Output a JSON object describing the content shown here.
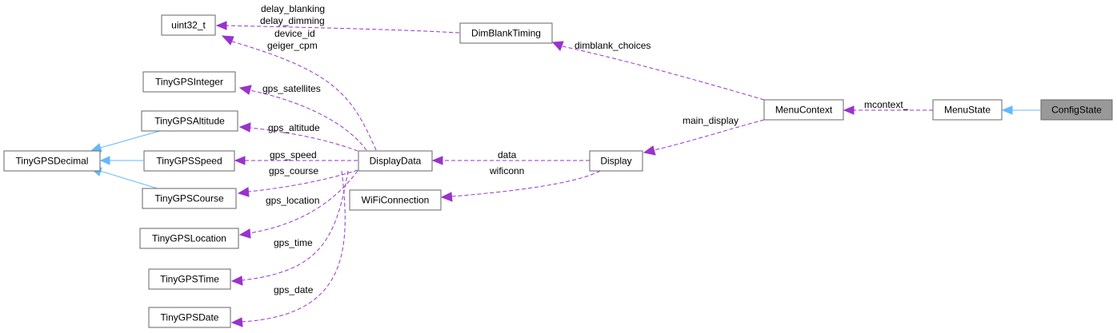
{
  "nodes": {
    "uint32_t": "uint32_t",
    "DimBlankTiming": "DimBlankTiming",
    "TinyGPSInteger": "TinyGPSInteger",
    "TinyGPSAltitude": "TinyGPSAltitude",
    "TinyGPSDecimal": "TinyGPSDecimal",
    "TinyGPSSpeed": "TinyGPSSpeed",
    "TinyGPSCourse": "TinyGPSCourse",
    "TinyGPSLocation": "TinyGPSLocation",
    "TinyGPSTime": "TinyGPSTime",
    "TinyGPSDate": "TinyGPSDate",
    "DisplayData": "DisplayData",
    "WiFiConnection": "WiFiConnection",
    "Display": "Display",
    "MenuContext": "MenuContext",
    "MenuState": "MenuState",
    "ConfigState": "ConfigState"
  },
  "edge_labels": {
    "delay_blanking": "delay_blanking",
    "delay_dimming": "delay_dimming",
    "device_id": "device_id",
    "geiger_cpm": "geiger_cpm",
    "dimblank_choices": "dimblank_choices",
    "gps_satellites": "gps_satellites",
    "gps_altitude": "gps_altitude",
    "gps_speed": "gps_speed",
    "gps_course": "gps_course",
    "gps_location": "gps_location",
    "gps_time": "gps_time",
    "gps_date": "gps_date",
    "data": "data",
    "wificonn": "wificonn",
    "main_display": "main_display",
    "mcontext_": "mcontext_"
  },
  "colors": {
    "usage_edge": "#9a32cd",
    "inheritance_edge": "#63b8ff",
    "highlight_node": "#999999",
    "node_border": "#666666"
  }
}
